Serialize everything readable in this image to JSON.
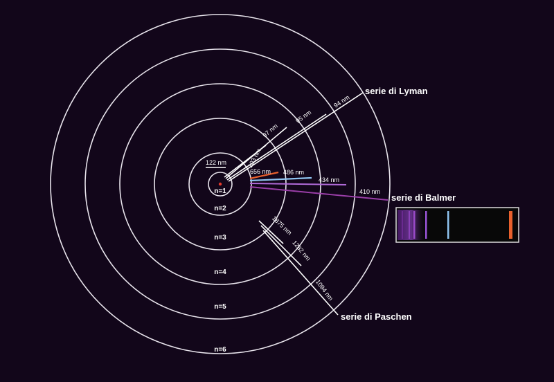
{
  "levels": [
    "n=1",
    "n=2",
    "n=3",
    "n=4",
    "n=5",
    "n=6"
  ],
  "series": {
    "lyman": {
      "label": "serie di Lyman",
      "lines": [
        "122 nm",
        "103 nm",
        "97 nm",
        "95 nm",
        "94 nm"
      ]
    },
    "balmer": {
      "label": "serie di Balmer",
      "lines": [
        "656 nm",
        "486 nm",
        "434 nm",
        "410 nm"
      ],
      "colors": [
        "#e8602c",
        "#8fc4f0",
        "#b06ad8",
        "#9a3ea8"
      ]
    },
    "paschen": {
      "label": "serie di Paschen",
      "lines": [
        "1875 nm",
        "1282 nm",
        "1094 nm"
      ]
    }
  },
  "colors": {
    "background": "#12061a",
    "orbit": "#e8e4ec",
    "nucleus": "#e23a2c",
    "spectrum_bg": "#080808"
  }
}
